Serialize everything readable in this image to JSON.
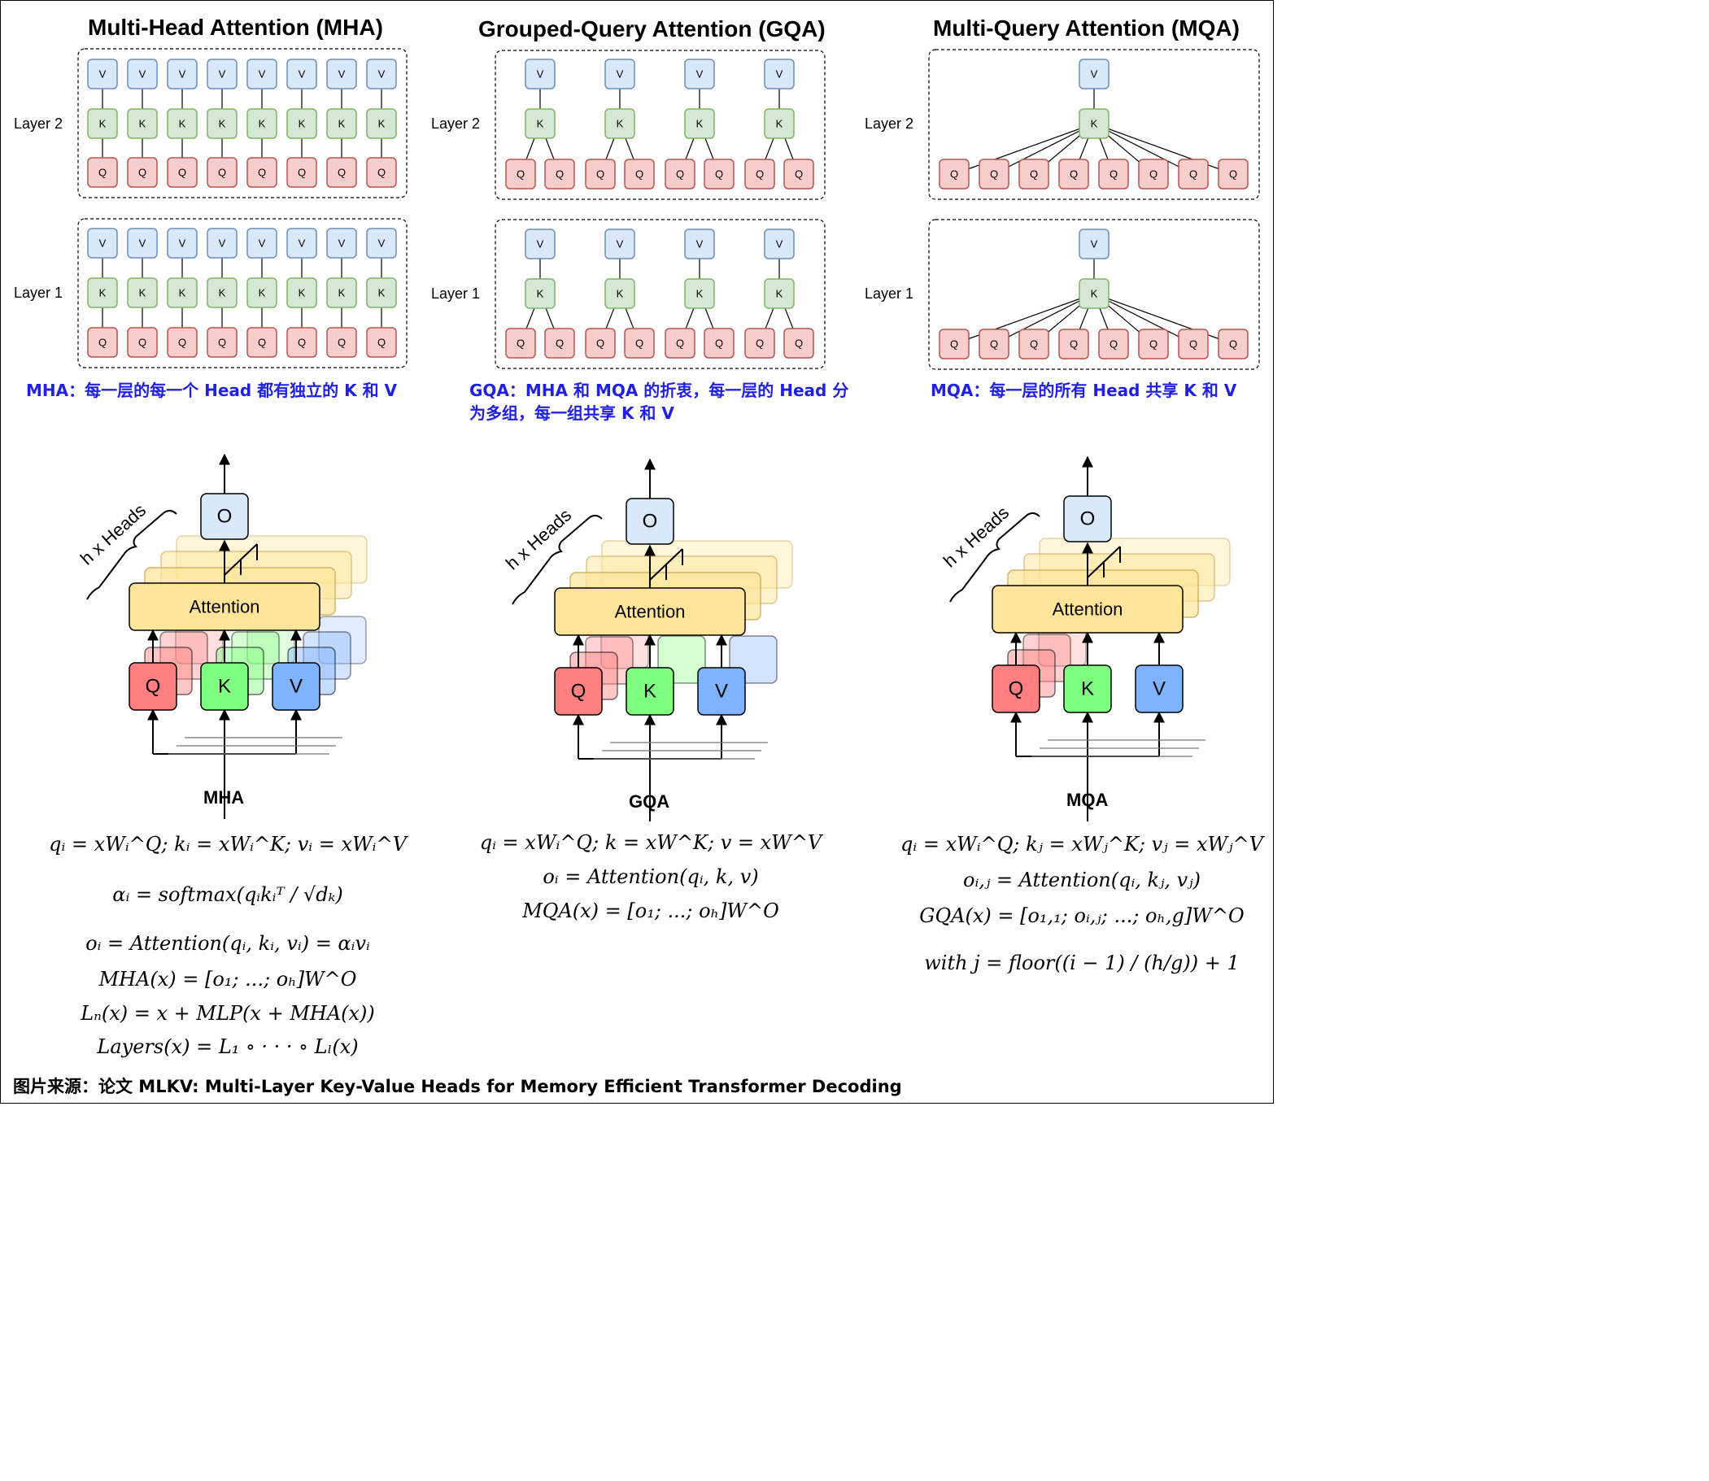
{
  "titles": {
    "mha": "Multi-Head Attention (MHA)",
    "gqa": "Grouped-Query Attention (GQA)",
    "mqa": "Multi-Query Attention (MQA)"
  },
  "layer_labels": {
    "layer2": "Layer 2",
    "layer1": "Layer 1"
  },
  "node_labels": {
    "v": "V",
    "k": "K",
    "q": "Q",
    "o": "O"
  },
  "notes": {
    "mha": "MHA：每一层的每一个 Head 都有独立的 K 和 V",
    "gqa": "GQA：MHA 和 MQA 的折衷，每一层的 Head 分为多组，每一组共享 K 和 V",
    "mqa": "MQA：每一层的所有 Head 共享 K 和 V"
  },
  "block": {
    "attention_label": "Attention",
    "heads_label": "h x Heads"
  },
  "block_names": {
    "mha": "MHA",
    "gqa": "GQA",
    "mqa": "MQA"
  },
  "equations": {
    "mha": [
      "qᵢ = xWᵢ^Q;  kᵢ = xWᵢ^K;  vᵢ = xWᵢ^V",
      "αᵢ = softmax(qᵢkᵢᵀ / √dₖ)",
      "oᵢ = Attention(qᵢ, kᵢ, vᵢ) = αᵢvᵢ",
      "MHA(x) = [o₁; ...; oₕ]W^O",
      "Lₙ(x) = x + MLP(x + MHA(x))",
      "Layers(x) = L₁ ∘ · · · ∘ Lₗ(x)"
    ],
    "gqa": [
      "qᵢ = xWᵢ^Q;  k = xW^K;  v = xW^V",
      "oᵢ = Attention(qᵢ, k, v)",
      "MQA(x) = [o₁; ...; oₕ]W^O"
    ],
    "mqa": [
      "qᵢ = xWᵢ^Q;  kⱼ = xWⱼ^K;  vⱼ = xWⱼ^V",
      "oᵢ,ⱼ = Attention(qᵢ, kⱼ, vⱼ)",
      "GQA(x) = [o₁,₁; oᵢ,ⱼ; ...; oₕ,g]W^O",
      "with j = floor((i − 1) / (h/g)) + 1"
    ]
  },
  "source": "图片来源：论文 MLKV: Multi-Layer Key-Value Heads for Memory Efficient Transformer Decoding",
  "colors": {
    "v_fill": "#dae8fc",
    "v_stroke": "#6c8ebf",
    "k_fill": "#d5e8d4",
    "k_stroke": "#82b366",
    "q_fill": "#f8cecc",
    "q_stroke": "#b85450",
    "attn_fill": "#ffe599",
    "qb_fill": "#ff8080",
    "kb_fill": "#80ff80",
    "vb_fill": "#80b3ff",
    "note_text": "#1f1fe6"
  }
}
